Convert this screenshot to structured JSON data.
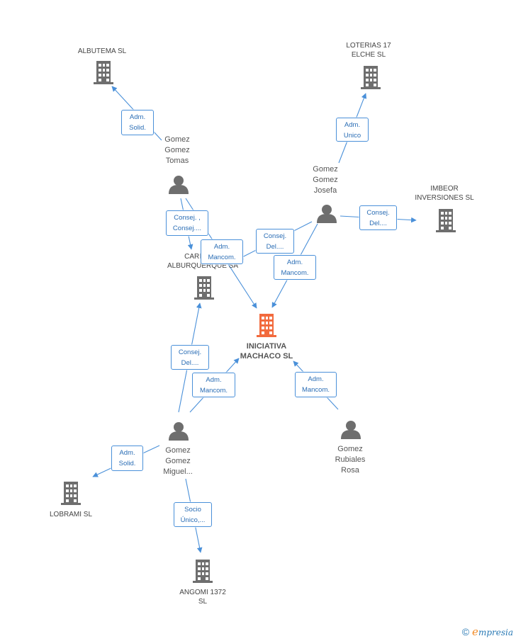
{
  "companies": {
    "albutema": "ALBUTEMA SL",
    "loterias": "LOTERIAS 17\nELCHE SL",
    "imbeor": "IMBEOR\nINVERSIONES SL",
    "carnicas": "CARNICAS\nALBURQUERQUE SA",
    "iniciativa": "INICIATIVA\nMACHACO SL",
    "lobrami": "LOBRAMI SL",
    "angomi": "ANGOMI 1372\nSL"
  },
  "persons": {
    "tomas": "Gomez\nGomez\nTomas",
    "josefa": "Gomez\nGomez\nJosefa",
    "miguel": "Gomez\nGomez\nMiguel...",
    "rosa": "Gomez\nRubiales\nRosa"
  },
  "edges": {
    "e1": "Adm.\nSolid.",
    "e2": "Adm.\nUnico",
    "e3": "Consej.\nDel....",
    "e4": "Consej. ,\nConsej....",
    "e5": "Adm.\nMancom.",
    "e6": "Consej.\nDel....",
    "e7": "Adm.\nMancom.",
    "e8": "Consej.\nDel....",
    "e9": "Adm.\nMancom.",
    "e10": "Adm.\nMancom.",
    "e11": "Adm.\nSolid.",
    "e12": "Socio\nÚnico,..."
  },
  "footer": {
    "copyright": "©",
    "brand_e": "e",
    "brand_rest": "mpresia"
  },
  "colors": {
    "edge": "#4a90d9",
    "icon": "#6e6e6e",
    "main_icon": "#f26a3d"
  }
}
